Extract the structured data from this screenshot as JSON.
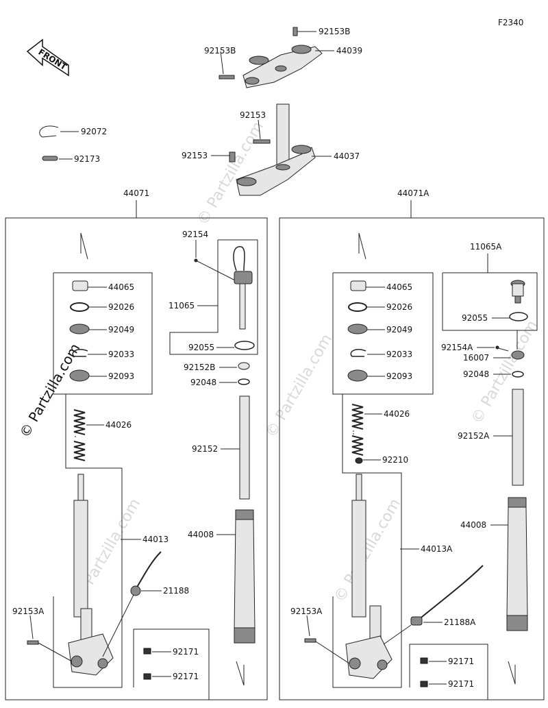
{
  "figure_code": "F2340",
  "front_badge": "FRONT",
  "watermark": "© Partzilla.com",
  "labels": {
    "p92153B_top": "92153B",
    "p92153B_left": "92153B",
    "p44039": "44039",
    "p92153_a": "92153",
    "p92153_b": "92153",
    "p44037": "44037",
    "p92072": "92072",
    "p92173": "92173",
    "p44071": "44071",
    "p44071A": "44071A",
    "L": {
      "p44065": "44065",
      "p92026": "92026",
      "p92049": "92049",
      "p92033": "92033",
      "p92093": "92093",
      "p44026": "44026",
      "p44013": "44013",
      "p21188": "21188",
      "p92153A": "92153A",
      "p92171_a": "92171",
      "p92171_b": "92171",
      "p92154": "92154",
      "p11065": "11065",
      "p92055": "92055",
      "p92152B": "92152B",
      "p92048": "92048",
      "p92152": "92152",
      "p44008": "44008"
    },
    "R": {
      "p44065": "44065",
      "p92026": "92026",
      "p92049": "92049",
      "p92033": "92033",
      "p92093": "92093",
      "p44026": "44026",
      "p92210": "92210",
      "p44013A": "44013A",
      "p21188A": "21188A",
      "p92153A": "92153A",
      "p92171_a": "92171",
      "p92171_b": "92171",
      "p11065A": "11065A",
      "p92055": "92055",
      "p92154A": "92154A",
      "p16007": "16007",
      "p92048": "92048",
      "p92152A": "92152A",
      "p44008": "44008"
    }
  }
}
